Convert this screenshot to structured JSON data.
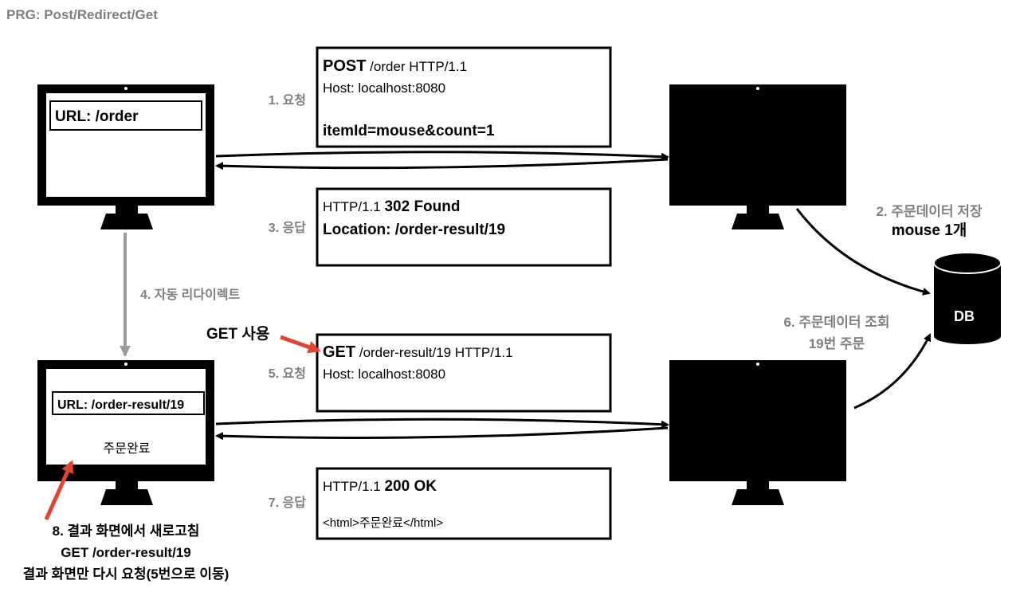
{
  "title": "PRG: Post/Redirect/Get",
  "colors": {
    "gray": "#7f7f7f",
    "red": "#e0452f",
    "black": "#000000"
  },
  "client_top": {
    "url_bar": "URL: /order"
  },
  "client_bottom": {
    "url_bar": "URL: /order-result/19",
    "body_text": "주문완료"
  },
  "steps": {
    "step1": "1. 요청",
    "step2_line1": "2. 주문데이터 저장",
    "step2_line2": "mouse 1개",
    "step3": "3. 응답",
    "step4": "4. 자동 리다이렉트",
    "step5": "5. 요청",
    "step6_line1": "6. 주문데이터 조회",
    "step6_line2": "19번 주문",
    "step7": "7. 응답"
  },
  "msg1": {
    "method": "POST",
    "request_line_rest": " /order HTTP/1.1",
    "host": "Host: localhost:8080",
    "body": "itemId=mouse&count=1"
  },
  "msg3": {
    "version": "HTTP/1.1 ",
    "status": "302 Found",
    "location": "Location: /order-result/19"
  },
  "msg5": {
    "method": "GET",
    "request_line_rest": " /order-result/19 HTTP/1.1",
    "host": "Host: localhost:8080"
  },
  "msg7": {
    "version": "HTTP/1.1 ",
    "status": "200 OK",
    "body": "<html>주문완료</html>"
  },
  "db_label": "DB",
  "get_note": "GET 사용",
  "refresh_note": {
    "line1": "8. 결과 화면에서 새로고침",
    "line2": "GET /order-result/19",
    "line3": "결과 화면만 다시 요청(5번으로 이동)"
  }
}
